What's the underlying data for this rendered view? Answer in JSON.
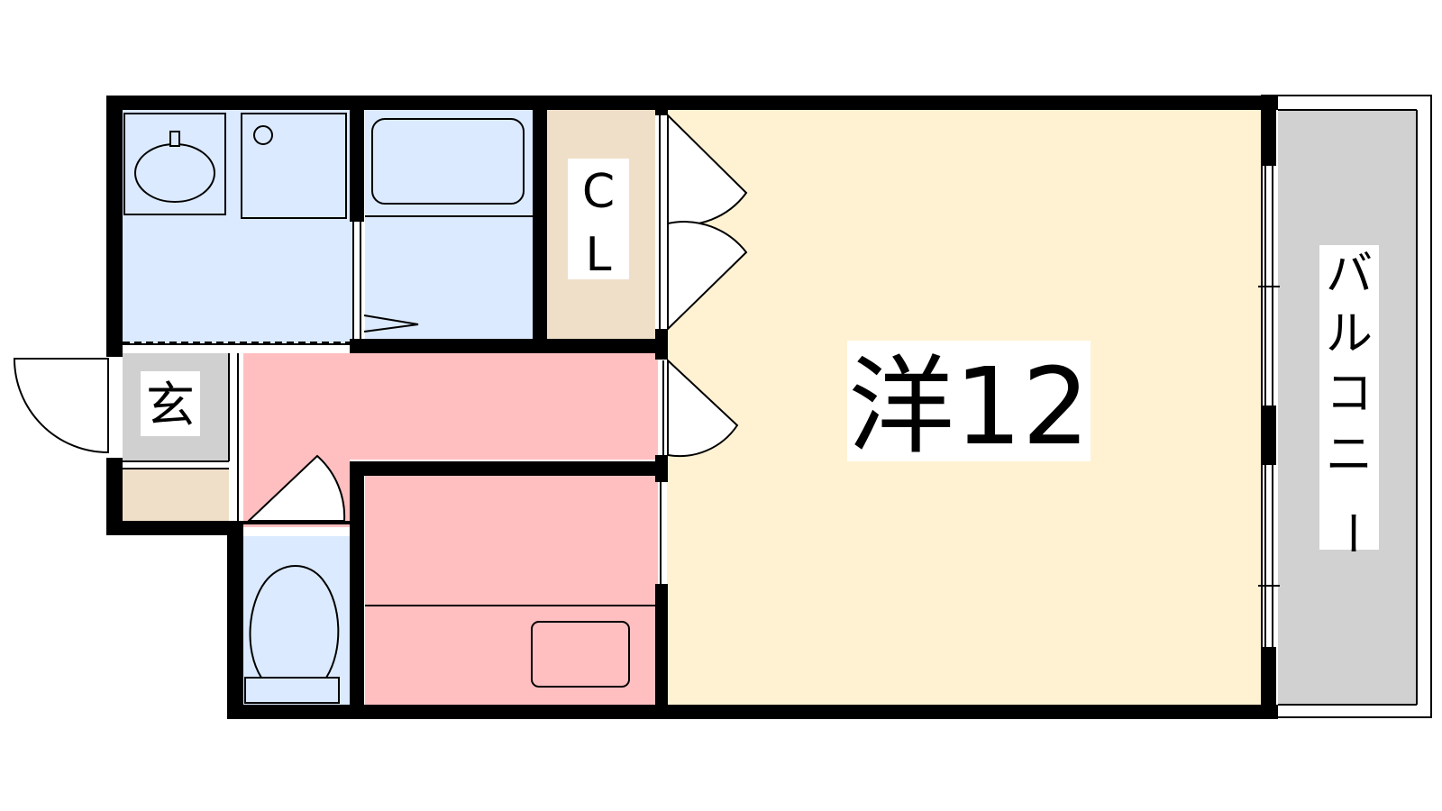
{
  "plan": {
    "main_room_label": "洋12",
    "closet_label_line1": "C",
    "closet_label_line2": "L",
    "entrance_label": "玄",
    "balcony_chars": [
      "バ",
      "ル",
      "コ",
      "ニ",
      "ー"
    ]
  },
  "colors": {
    "wall": "#000000",
    "main_room": "#fff2d3",
    "wet_area": "#dbeafe",
    "kitchen": "#ffbfc0",
    "closet": "#f0dfc8",
    "entrance": "#d0d0d0",
    "balcony": "#d1d1d1",
    "label_bg": "#ffffff"
  }
}
